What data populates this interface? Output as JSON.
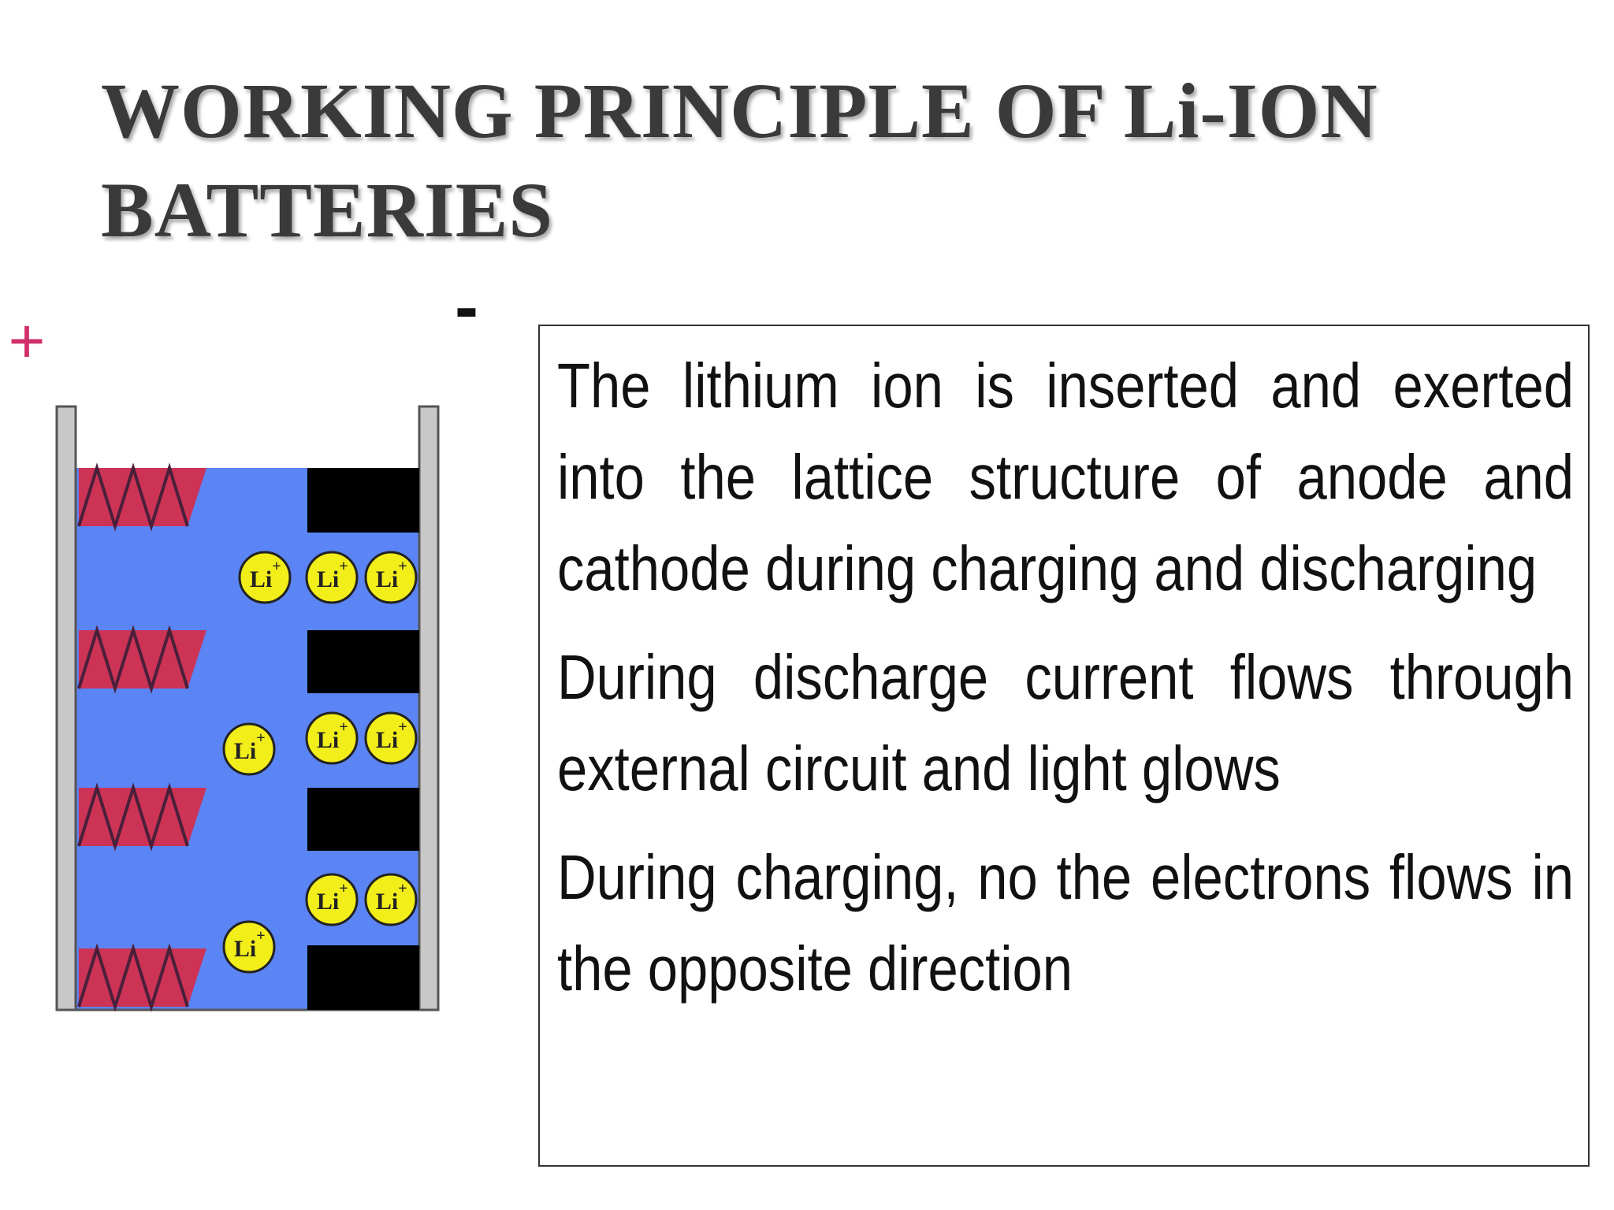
{
  "title": "WORKING PRINCIPLE OF Li-ION BATTERIES",
  "diagram": {
    "positive_label": "+",
    "negative_label": "-",
    "ion_label": "Li",
    "ion_charge": "+",
    "colors": {
      "electrolyte": "#5b84f4",
      "anode_layers": "#cc3355",
      "cathode_layers": "#000000",
      "ion_fill": "#f2ee1a",
      "collector": "#c8c8c8",
      "plus_sign": "#d0306a"
    }
  },
  "text_box": {
    "paragraphs": [
      "The lithium ion is inserted  and exerted into the lattice structure of anode and cathode during charging and discharging",
      "During discharge current flows through external circuit and light glows",
      "During charging, no the electrons flows in the opposite direction"
    ]
  }
}
